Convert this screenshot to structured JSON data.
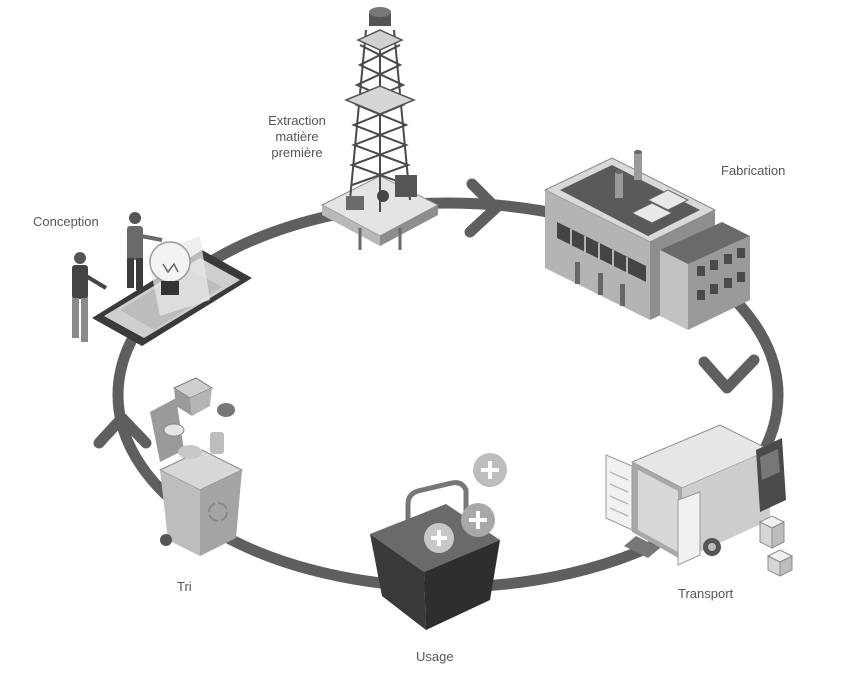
{
  "diagram": {
    "stages": {
      "extraction": {
        "lines": [
          "Extraction",
          "matière",
          "première"
        ]
      },
      "fabrication": {
        "label": "Fabrication"
      },
      "transport": {
        "label": "Transport"
      },
      "usage": {
        "label": "Usage"
      },
      "tri": {
        "label": "Tri"
      },
      "conception": {
        "label": "Conception"
      }
    },
    "colors": {
      "cycle_ring": "#5f5f5f",
      "dark": "#3c3c3c",
      "mid": "#7a7a7a",
      "light": "#bdbdbd",
      "pale": "#e2e2e2",
      "label_text": "#555555"
    },
    "icons": [
      "oil-derrick-icon",
      "factory-icon",
      "truck-icon",
      "basket-icon",
      "recycle-bin-icon",
      "tablet-lightbulb-icon"
    ]
  }
}
